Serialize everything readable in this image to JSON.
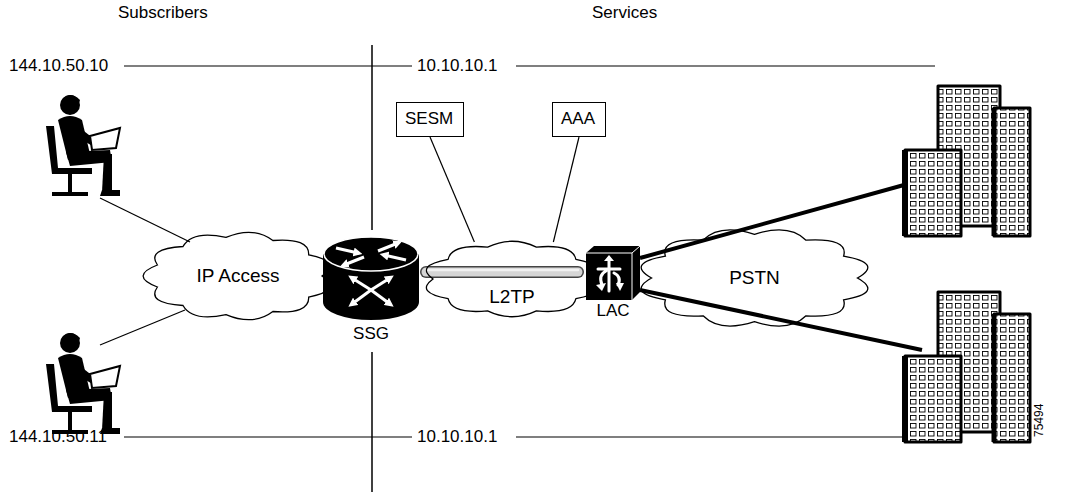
{
  "diagram": {
    "nodes": [
      {
        "text": [
          "SESM"
        ]
      },
      {
        "text": [
          "AAA"
        ]
      },
      {
        "text": [
          "IP Access"
        ]
      },
      {
        "text": [
          "SSG"
        ]
      },
      {
        "text": [
          "L2TP"
        ]
      },
      {
        "text": [
          "LAC"
        ]
      },
      {
        "text": [
          "PSTN"
        ]
      }
    ],
    "edges": [
      {
        "from": 0,
        "to": 4,
        "arrow": "none"
      },
      {
        "from": 1,
        "to": 4,
        "arrow": "none"
      },
      {
        "from": 3,
        "to": 5,
        "arrow": "none"
      }
    ],
    "labels": [
      "Subscribers",
      "Services",
      "144.10.50.10",
      "10.10.10.1",
      "144.10.50.11",
      "10.10.10.1",
      "75494"
    ]
  }
}
